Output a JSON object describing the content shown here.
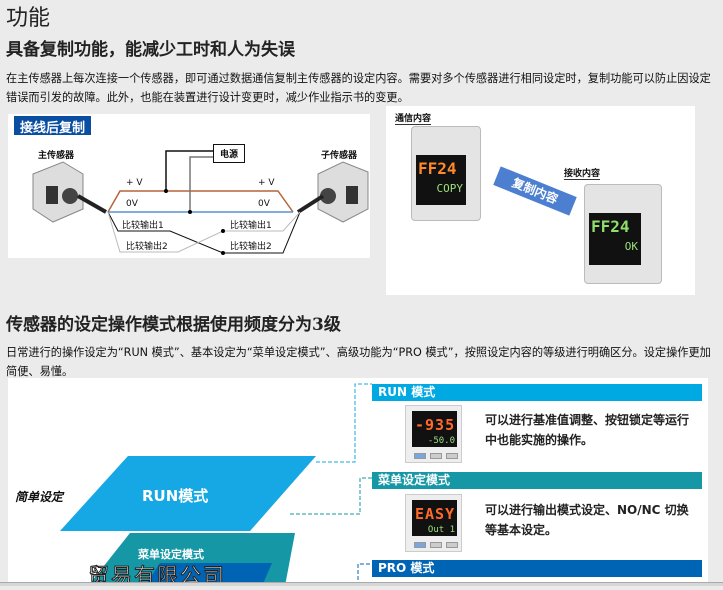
{
  "section_title": "功能",
  "copy": {
    "heading": "具备复制功能，能减少工时和人为失误",
    "paragraph": "在主传感器上每次连接一个传感器，即可通过数据通信复制主传感器的设定内容。需要对多个传感器进行相同设定时，复制功能可以防止因设定错误而引发的故障。此外，也能在装置进行设计变更时，减少作业指示书的变更。",
    "diagram": {
      "tag": "接线后复制",
      "master": "主传感器",
      "slave": "子传感器",
      "power": "电源",
      "pv": "+ V",
      "zv": "0V",
      "out1": "比较输出1",
      "out2": "比较输出2"
    },
    "photo": {
      "send_label": "通信内容",
      "recv_label": "接收内容",
      "arrow": "复制内容",
      "send_main": "FF24",
      "send_sub": "COPY",
      "recv_main": "FF24",
      "recv_sub": "OK"
    }
  },
  "modes": {
    "heading": "传感器的设定操作模式根据使用频度分为3级",
    "paragraph": "日常进行的操作设定为“RUN 模式”、基本设定为“菜单设定模式”、高级功能为“PRO 模式”，按照设定内容的等级进行明确区分。设定操作更加简便、易懂。",
    "easy_label": "简单设定",
    "layers": [
      "RUN模式",
      "菜单设定模式"
    ],
    "items": [
      {
        "title": "RUN 模式",
        "main": "-935",
        "sub": "-50.0",
        "desc": "可以进行基准值调整、按钮锁定等运行中也能实施的操作。",
        "color": "#00a9e2"
      },
      {
        "title": "菜单设定模式",
        "main": "EASY",
        "sub": "Out 1",
        "desc": "可以进行输出模式设定、NO/NC 切换等基本设定。",
        "color": "#1597a6"
      },
      {
        "title": "PRO 模式",
        "color": "#0064b4"
      }
    ]
  },
  "watermark": "贸易有限公司"
}
